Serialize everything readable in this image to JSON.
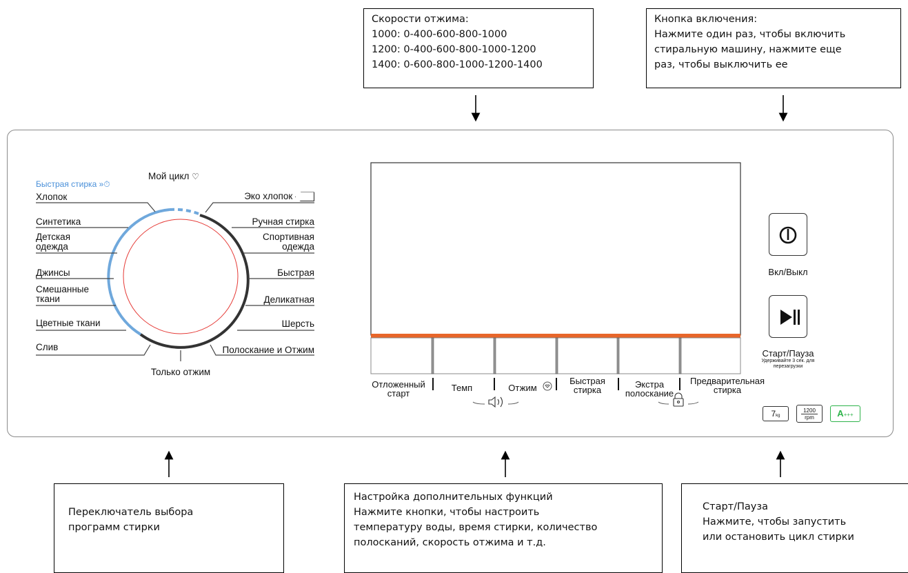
{
  "callouts": {
    "spin": [
      "Скорости отжима:",
      "1000: 0-400-600-800-1000",
      "1200: 0-400-600-800-1000-1200",
      "1400: 0-600-800-1000-1200-1400"
    ],
    "power": [
      "Кнопка включения:",
      "Нажмите один раз, чтобы включить",
      "стиральную машину, нажмите еще",
      "раз, чтобы выключить ее"
    ],
    "selector": [
      "Переключатель выбора",
      "программ стирки"
    ],
    "functions": [
      "Настройка дополнительных функций",
      "Нажмите кнопки, чтобы настроить",
      "температуру воды, время стирки, количество",
      "полосканий, скорость отжима и т.д."
    ],
    "startpause": [
      "Старт/Пауза",
      "Нажмите, чтобы запустить",
      "или остановить цикл стирки"
    ]
  },
  "dial": {
    "quick_wash": "Быстрая стирка",
    "my_cycle": "Мой цикл",
    "spin_only": "Только отжим",
    "left": [
      "Хлопок",
      "Синтетика",
      "Детская одежда",
      "Джинсы",
      "Смешанные ткани",
      "Цветные ткани",
      "Слив"
    ],
    "right": [
      "Эко хлопок",
      "Ручная стирка",
      "Спортивная одежда",
      "Быстрая",
      "Деликатная",
      "Шерсть",
      "Полоскание и Отжим"
    ]
  },
  "functions": {
    "delay": "Отложенный старт",
    "temp": "Темп",
    "spin": "Отжим",
    "quick": "Быстрая стирка",
    "extra_rinse": "Экстра полоскание",
    "prewash": "Предварительная стирка"
  },
  "buttons": {
    "power": "Вкл/Выкл",
    "start": "Старт/Пауза",
    "hold_note": "Удерживайте 3 сек. для перезагрузки"
  },
  "badges": {
    "capacity": "7",
    "capacity_unit": "kg",
    "rpm": "1200",
    "rpm_unit": "rpm",
    "energy": "A",
    "energy_sup": "+++"
  },
  "colors": {
    "accent_blue": "#6fa8dc",
    "dial_dark": "#333333",
    "display_orange": "#e8662a",
    "inner_red": "#e53935",
    "energy_green": "#2db34a"
  }
}
